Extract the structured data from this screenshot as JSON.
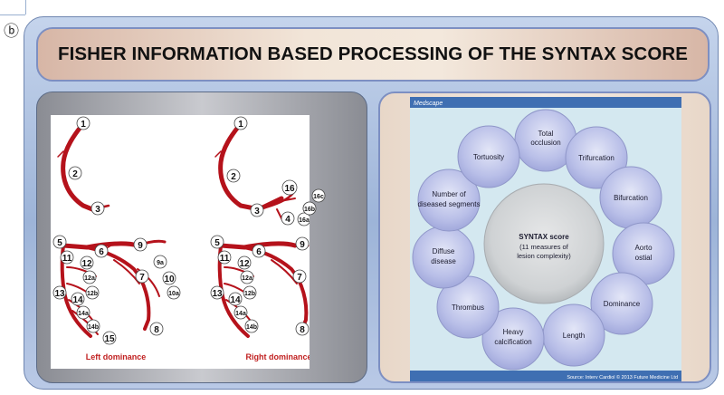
{
  "header": {
    "title": "FISHER INFORMATION BASED PROCESSING OF THE SYNTAX SCORE"
  },
  "corner": {
    "glyph": "ⓑ"
  },
  "left_figure": {
    "caption_left": "Left dominance",
    "caption_right": "Right dominance",
    "caption_color": "#c01f1f",
    "vessel_color": "#b5121b",
    "segments": {
      "s1": "1",
      "s2": "2",
      "s3": "3",
      "s4": "4",
      "s5": "5",
      "s6": "6",
      "s7": "7",
      "s8": "8",
      "s9": "9",
      "s9a": "9a",
      "s10": "10",
      "s10a": "10a",
      "s11": "11",
      "s12": "12",
      "s12a": "12a",
      "s12b": "12b",
      "s13": "13",
      "s14": "14",
      "s14a": "14a",
      "s14b": "14b",
      "s15": "15",
      "s16": "16",
      "s16a": "16a",
      "s16b": "16b",
      "s16c": "16c"
    }
  },
  "right_figure": {
    "brand": "Medscape",
    "source": "Source: Interv Cardiol © 2013 Future Medicine Ltd",
    "center_title": "SYNTAX score",
    "center_sub1": "(11 measures of",
    "center_sub2": "lesion complexity)",
    "bubbles": {
      "total1": "Total",
      "total2": "occlusion",
      "trifurcation": "Trifurcation",
      "bifurcation": "Bifurcation",
      "aorto1": "Aorto",
      "aorto2": "ostial",
      "dominance": "Dominance",
      "length": "Length",
      "heavy1": "Heavy",
      "heavy2": "calcification",
      "thrombus": "Thrombus",
      "diffuse1": "Diffuse",
      "diffuse2": "disease",
      "number1": "Number of",
      "number2": "diseased segments",
      "tortuosity": "Tortuosity"
    }
  }
}
